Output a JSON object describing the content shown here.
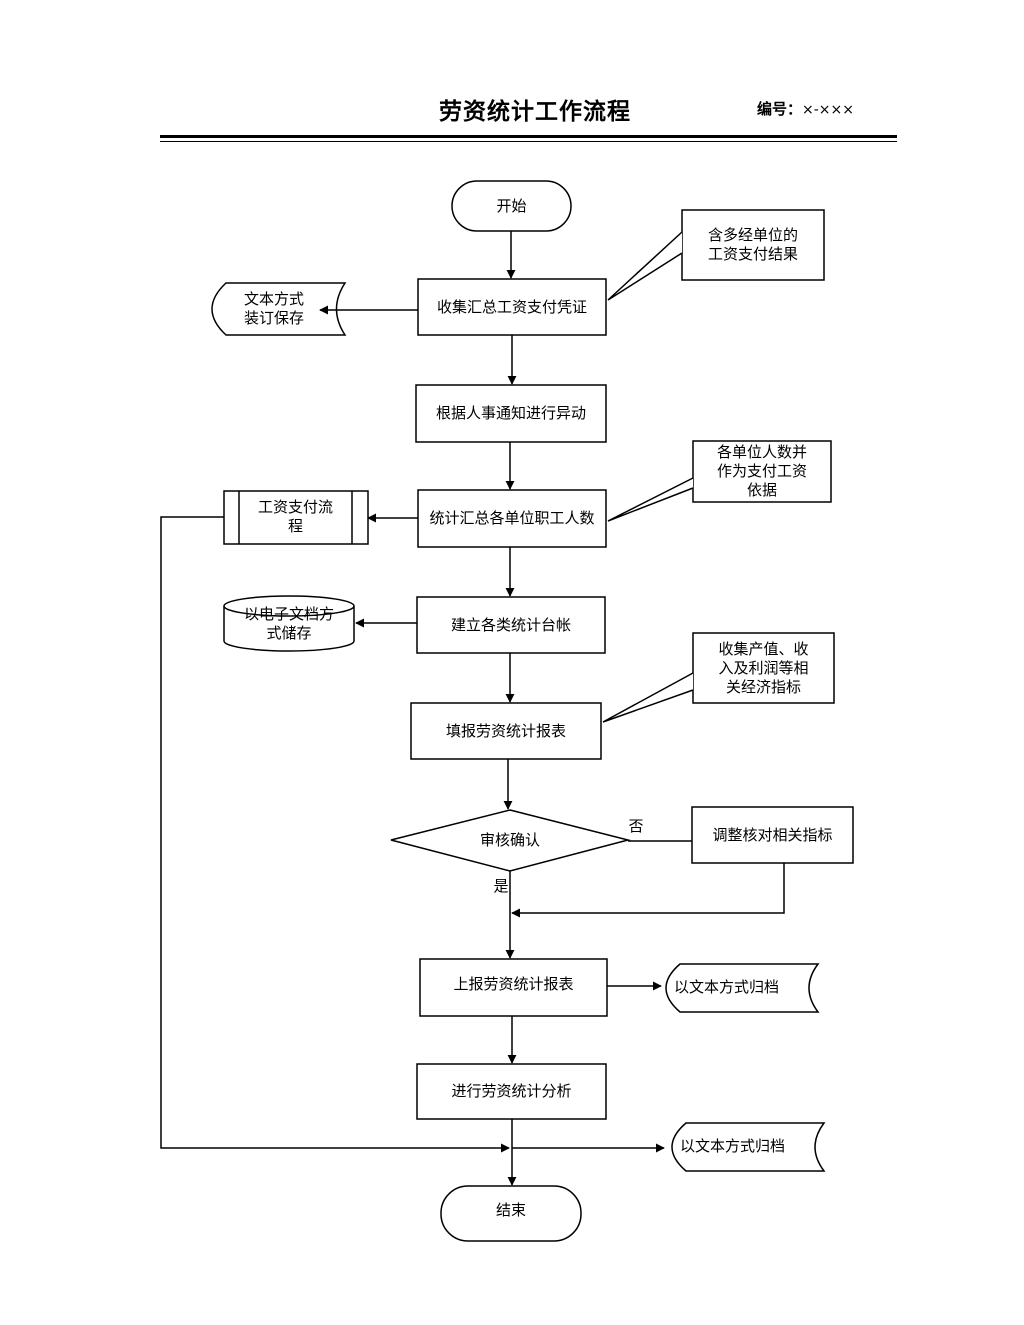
{
  "header": {
    "title": "劳资统计工作流程",
    "doc_number_label": "编号：",
    "doc_number_value": "×-×××"
  },
  "nodes": {
    "start": "开始",
    "collect": "收集汇总工资支付凭证",
    "adjust_by_notice": "根据人事通知进行异动",
    "count_staff": "统计汇总各单位职工人数",
    "build_ledger": "建立各类统计台帐",
    "fill_report": "填报劳资统计报表",
    "review": "审核确认",
    "adjust_indicators": "调整核对相关指标",
    "submit_report": "上报劳资统计报表",
    "analysis": "进行劳资统计分析",
    "end": "结束"
  },
  "side_nodes": {
    "paper_bind": [
      "文本方式",
      "装订保存"
    ],
    "wage_process": [
      "工资支付流",
      "程"
    ],
    "electronic_store": [
      "以电子文档方",
      "式储存"
    ],
    "archive_text_1": "以文本方式归档",
    "archive_text_2": "以文本方式归档"
  },
  "callouts": {
    "multi_unit": [
      "含多经单位的",
      "工资支付结果"
    ],
    "headcount": [
      "各单位人数并",
      "作为支付工资",
      "依据"
    ],
    "indicators": [
      "收集产值、收",
      "入及利润等相",
      "关经济指标"
    ]
  },
  "edge_labels": {
    "no": "否",
    "yes": "是"
  }
}
